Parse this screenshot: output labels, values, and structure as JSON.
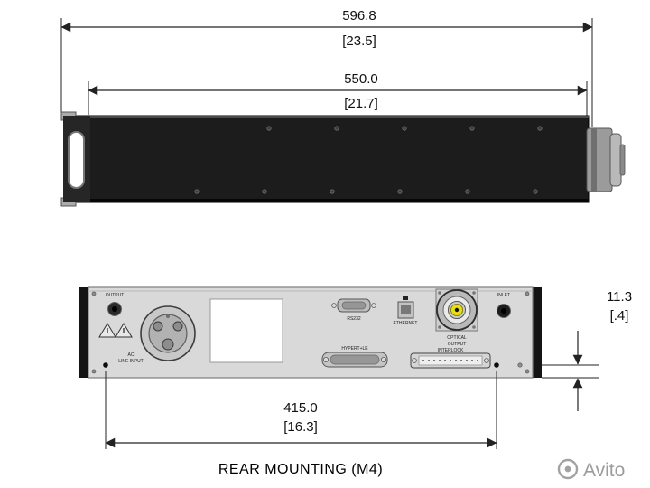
{
  "caption": "REAR MOUNTING (M4)",
  "dimensions": {
    "overall": {
      "mm": "596.8",
      "inch": "[23.5]"
    },
    "body": {
      "mm": "550.0",
      "inch": "[21.7]"
    },
    "mounting": {
      "mm": "415.0",
      "inch": "[16.3]"
    },
    "offset": {
      "mm": "11.3",
      "inch": "[.4]"
    }
  },
  "rear_panel": {
    "output_label": "OUTPUT",
    "ac_line1": "AC",
    "ac_line2": "LINE INPUT",
    "rs232_label": "RS232",
    "ethernet_label": "ETHERNET",
    "db25_label": "HYPERT+LE",
    "optical_line1": "OPTICAL",
    "optical_line2": "OUTPUT",
    "interlock_label": "INTERLOCK",
    "inlet_label": "INLET"
  },
  "watermark_text": "Avito",
  "colors": {
    "chassis": "#1c1c1c",
    "panel": "#d9d9d9",
    "optical_yellow": "#eadf0e",
    "dimension_line": "#222222",
    "watermark": "#9c9c9c"
  }
}
